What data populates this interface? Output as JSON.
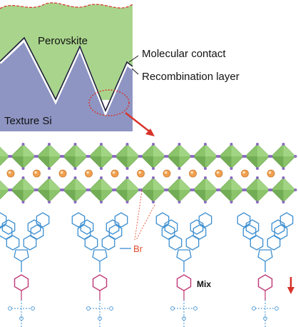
{
  "labels": {
    "perovskite": "Perovskite",
    "texture_si": "Texture Si",
    "molecular_contact": "Molecular contact",
    "recombination_layer": "Recombination layer",
    "br": "Br",
    "mix": "Mix"
  },
  "colors": {
    "perovskite": "#a9d48c",
    "silicon": "#8e95c3",
    "recombination_layer": "#ffffff",
    "contact_edge": "#1c1f3a",
    "callout": "#d8332a",
    "octahedron": "#8bc46a",
    "cation": "#f0a050",
    "halide": "#8a6bbf",
    "molecule": "#3d8fd1",
    "phenyl": "#c2407a",
    "bromine": "#e04a2a"
  },
  "icons": [
    "callout-circle-icon",
    "callout-arrow-icon",
    "down-arrow-icon"
  ]
}
